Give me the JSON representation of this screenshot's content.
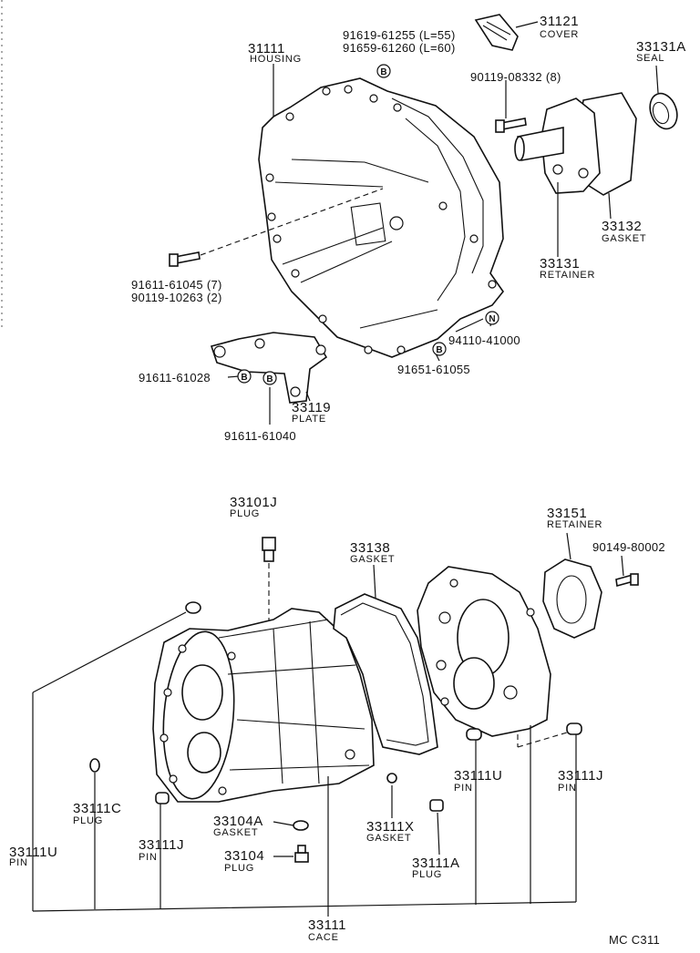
{
  "upper": {
    "housing": {
      "number": "31111",
      "name": "HOUSING"
    },
    "cover": {
      "number": "31121",
      "name": "COVER"
    },
    "seal": {
      "number": "33131A",
      "name": "SEAL"
    },
    "gasket": {
      "number": "33132",
      "name": "GASKET"
    },
    "retainer": {
      "number": "33131",
      "name": "RETAINER"
    },
    "plate": {
      "number": "33119",
      "name": "PLATE"
    },
    "bolt_a": "91619-61255 (L=55)",
    "bolt_b": "91659-61260 (L=60)",
    "bolt_c": "90119-08332 (8)",
    "bolt_d": "91611-61045 (7)",
    "bolt_e": "90119-10263 (2)",
    "bolt_f": "94110-41000",
    "bolt_g": "91651-61055",
    "bolt_h": "91611-61028",
    "bolt_i": "91611-61040"
  },
  "lower": {
    "plug_top": {
      "number": "33101J",
      "name": "PLUG"
    },
    "gasket_mid": {
      "number": "33138",
      "name": "GASKET"
    },
    "retainer": {
      "number": "33151",
      "name": "RETAINER"
    },
    "bolt_r": "90149-80002",
    "pin_left": {
      "number": "33111U",
      "name": "PIN"
    },
    "plug_c": {
      "number": "33111C",
      "name": "PLUG"
    },
    "pin_j": {
      "number": "33111J",
      "name": "PIN"
    },
    "gasket_a": {
      "number": "33104A",
      "name": "GASKET"
    },
    "plug_b": {
      "number": "33104",
      "name": "PLUG"
    },
    "gasket_x": {
      "number": "33111X",
      "name": "GASKET"
    },
    "plug_a": {
      "number": "33111A",
      "name": "PLUG"
    },
    "pin_u2": {
      "number": "33111U",
      "name": "PIN"
    },
    "pin_j2": {
      "number": "33111J",
      "name": "PIN"
    },
    "case": {
      "number": "33111",
      "name": "CACE"
    }
  },
  "marks": {
    "b": "B",
    "n": "N"
  },
  "code": "MC C311"
}
